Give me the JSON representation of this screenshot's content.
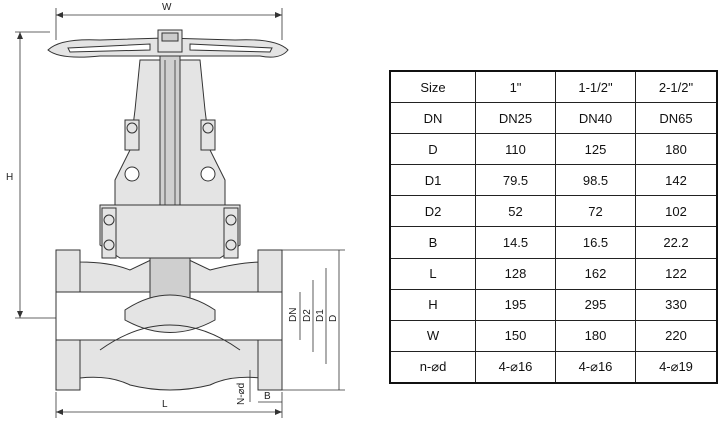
{
  "drawing": {
    "labels": {
      "width": "W",
      "height": "H",
      "length": "L",
      "dn": "DN",
      "d2": "D2",
      "d1": "D1",
      "d": "D",
      "bolt": "N-⌀d",
      "b": "B"
    }
  },
  "table": {
    "headers": [
      "Size",
      "1\"",
      "1-1/2\"",
      "2-1/2\""
    ],
    "rows": [
      [
        "DN",
        "DN25",
        "DN40",
        "DN65"
      ],
      [
        "D",
        "110",
        "125",
        "180"
      ],
      [
        "D1",
        "79.5",
        "98.5",
        "142"
      ],
      [
        "D2",
        "52",
        "72",
        "102"
      ],
      [
        "B",
        "14.5",
        "16.5",
        "22.2"
      ],
      [
        "L",
        "128",
        "162",
        "122"
      ],
      [
        "H",
        "195",
        "295",
        "330"
      ],
      [
        "W",
        "150",
        "180",
        "220"
      ],
      [
        "n-⌀d",
        "4-⌀16",
        "4-⌀16",
        "4-⌀19"
      ]
    ]
  }
}
